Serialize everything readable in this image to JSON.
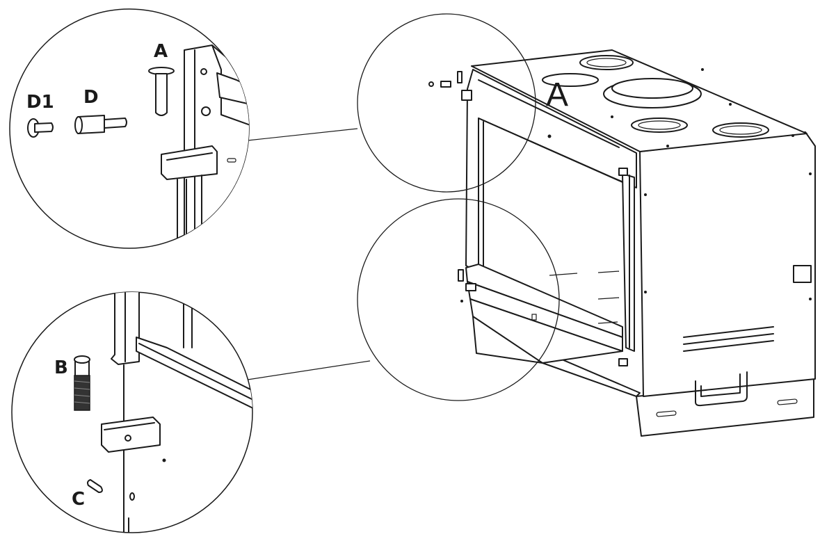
{
  "diagram": {
    "labels": {
      "screw_a": "A",
      "screw_d": "D",
      "screw_d1": "D1",
      "screw_b": "B",
      "screw_c": "C",
      "detail_a": "A"
    }
  }
}
